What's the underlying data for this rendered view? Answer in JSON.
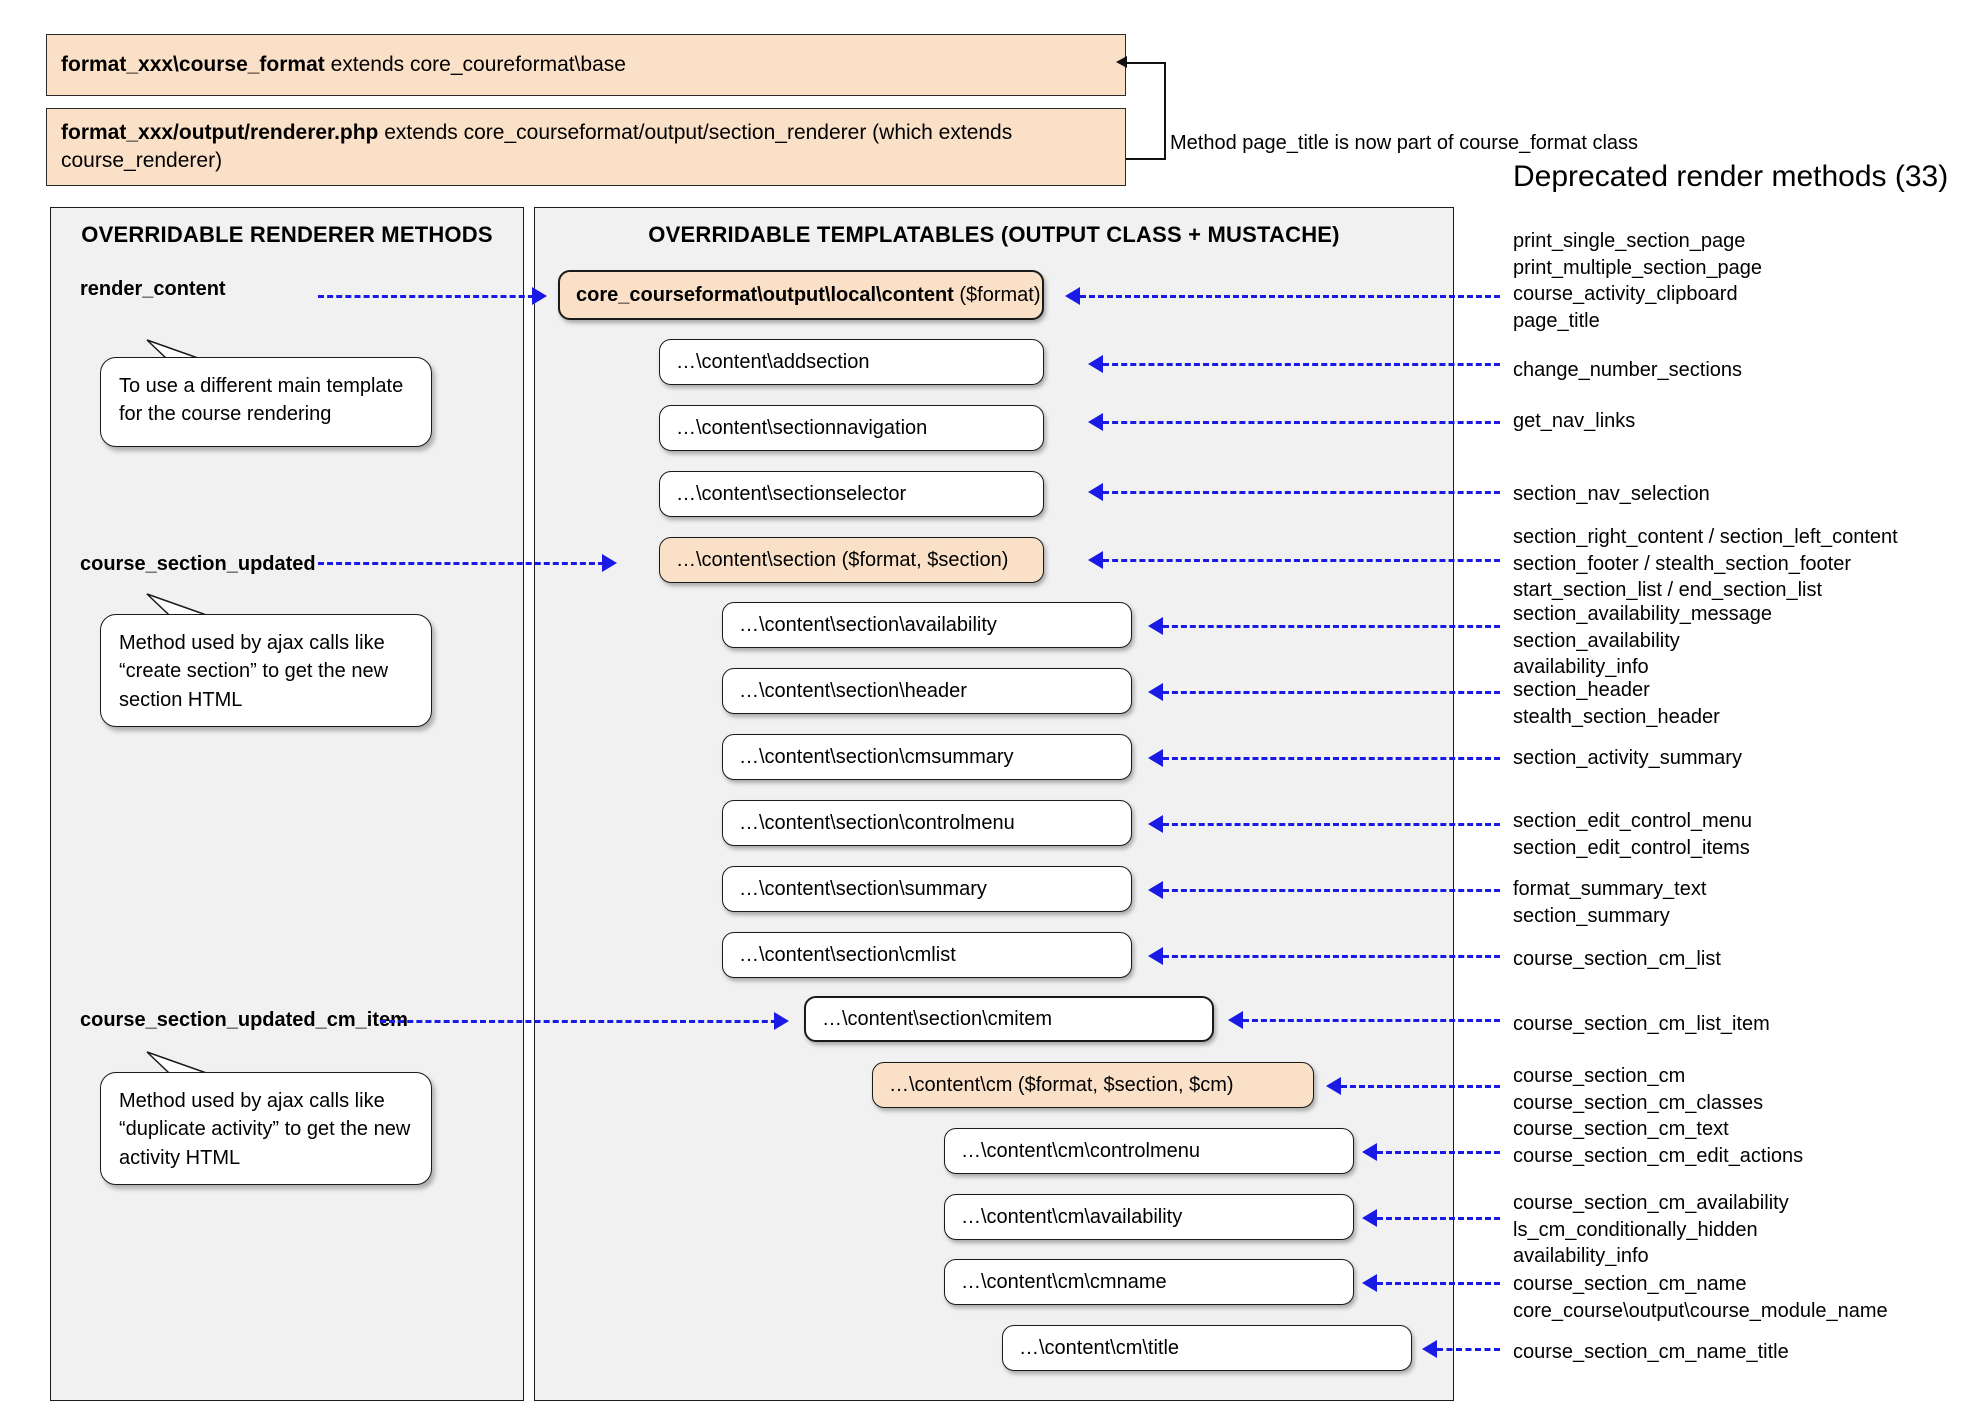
{
  "header": {
    "box1": {
      "bold": "format_xxx\\course_format",
      "rest": " extends core_coureformat\\base"
    },
    "box2": {
      "bold": "format_xxx/output/renderer.php",
      "rest": " extends core_courseformat/output/section_renderer (which extends course_renderer)"
    },
    "note": "Method page_title is now part of course_format class",
    "deprecated_title": "Deprecated render methods (33)"
  },
  "panels": {
    "left_title": "OVERRIDABLE RENDERER METHODS",
    "center_title": "OVERRIDABLE TEMPLATABLES (OUTPUT CLASS + MUSTACHE)"
  },
  "renderer_methods": [
    {
      "name": "render_content"
    },
    {
      "name": "course_section_updated"
    },
    {
      "name": "course_section_updated_cm_item"
    }
  ],
  "callouts": [
    {
      "text": "To use a different main template for the course rendering"
    },
    {
      "text": "Method used by ajax calls like “create section” to get the new section HTML"
    },
    {
      "text": "Method used by ajax calls like “duplicate activity” to get the new activity HTML"
    }
  ],
  "templatables": [
    {
      "bold": "core_courseformat\\output\\local\\content",
      "rest": " ($format)",
      "highlight": true
    },
    {
      "bold": "",
      "rest": "…\\content\\addsection",
      "highlight": false
    },
    {
      "bold": "",
      "rest": "…\\content\\sectionnavigation",
      "highlight": false
    },
    {
      "bold": "",
      "rest": "…\\content\\sectionselector",
      "highlight": false
    },
    {
      "bold": "",
      "rest": "…\\content\\section ($format, $section)",
      "highlight": true
    },
    {
      "bold": "",
      "rest": "…\\content\\section\\availability",
      "highlight": false
    },
    {
      "bold": "",
      "rest": "…\\content\\section\\header",
      "highlight": false
    },
    {
      "bold": "",
      "rest": "…\\content\\section\\cmsummary",
      "highlight": false
    },
    {
      "bold": "",
      "rest": "…\\content\\section\\controlmenu",
      "highlight": false
    },
    {
      "bold": "",
      "rest": "…\\content\\section\\summary",
      "highlight": false
    },
    {
      "bold": "",
      "rest": "…\\content\\section\\cmlist",
      "highlight": false
    },
    {
      "bold": "",
      "rest": "…\\content\\section\\cmitem",
      "highlight": false
    },
    {
      "bold": "",
      "rest": "…\\content\\cm ($format, $section, $cm)",
      "highlight": true
    },
    {
      "bold": "",
      "rest": "…\\content\\cm\\controlmenu",
      "highlight": false
    },
    {
      "bold": "",
      "rest": "…\\content\\cm\\availability",
      "highlight": false
    },
    {
      "bold": "",
      "rest": "…\\content\\cm\\cmname",
      "highlight": false
    },
    {
      "bold": "",
      "rest": "…\\content\\cm\\title",
      "highlight": false
    }
  ],
  "deprecated_groups": [
    {
      "lines": [
        "print_single_section_page",
        "print_multiple_section_page",
        "course_activity_clipboard",
        "page_title"
      ]
    },
    {
      "lines": [
        "change_number_sections"
      ]
    },
    {
      "lines": [
        "get_nav_links"
      ]
    },
    {
      "lines": [
        "section_nav_selection"
      ]
    },
    {
      "lines": [
        "section_right_content / section_left_content",
        "section_footer / stealth_section_footer",
        "start_section_list / end_section_list"
      ]
    },
    {
      "lines": [
        "section_availability_message",
        "section_availability",
        "availability_info"
      ]
    },
    {
      "lines": [
        "section_header",
        "stealth_section_header"
      ]
    },
    {
      "lines": [
        "section_activity_summary"
      ]
    },
    {
      "lines": [
        "section_edit_control_menu",
        "section_edit_control_items"
      ]
    },
    {
      "lines": [
        "format_summary_text",
        "section_summary"
      ]
    },
    {
      "lines": [
        "course_section_cm_list"
      ]
    },
    {
      "lines": [
        "course_section_cm_list_item"
      ]
    },
    {
      "lines": [
        "course_section_cm",
        "course_section_cm_classes",
        "course_section_cm_text"
      ]
    },
    {
      "lines": [
        "course_section_cm_edit_actions"
      ]
    },
    {
      "lines": [
        "course_section_cm_availability",
        "ls_cm_conditionally_hidden",
        "availability_info"
      ]
    },
    {
      "lines": [
        "course_section_cm_name",
        "core_course\\output\\course_module_name"
      ]
    },
    {
      "lines": [
        "course_section_cm_name_title"
      ]
    }
  ],
  "colors": {
    "highlight": "#fbe0c8",
    "panel_bg": "#f1f1f1",
    "connector": "#1a1ae6",
    "border": "#1a1a1a"
  }
}
